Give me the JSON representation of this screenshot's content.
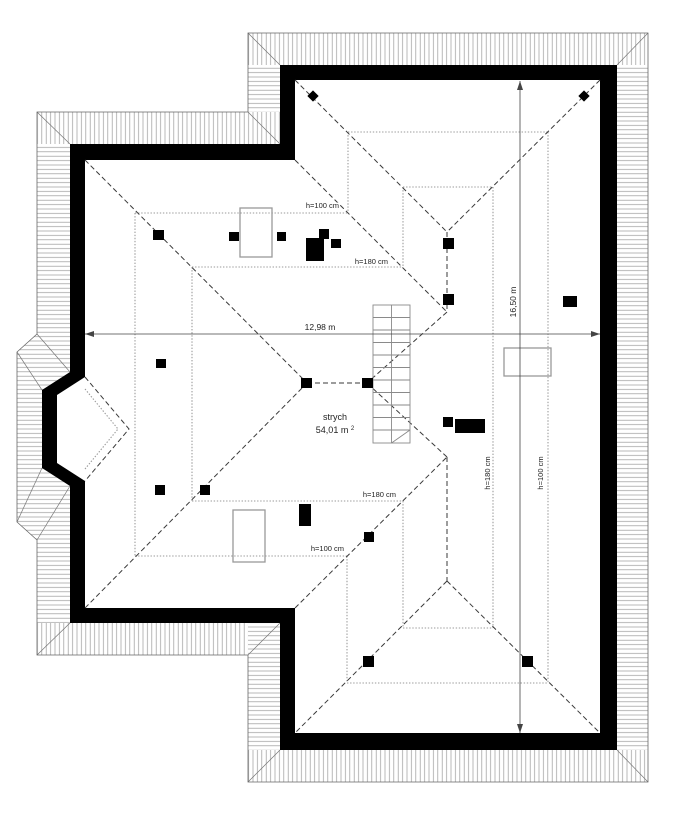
{
  "floor_plan": {
    "room": {
      "name": "strych",
      "area": "54,01 m",
      "area_superscript": "2"
    },
    "dimensions": {
      "width": "12,98 m",
      "length": "16,50 m"
    },
    "height_labels": {
      "upper_h100": "h=100 cm",
      "upper_h180": "h=180 cm",
      "lower_h180": "h=180 cm",
      "lower_h100": "h=100 cm",
      "right_h180": "h=180 cm",
      "right_h100": "h=100 cm"
    },
    "colors": {
      "wall": "#000000",
      "eaves_hatch": "#9a9a9a",
      "roof_edge_dashed": "#3a3a3a",
      "height_contour_dotted": "#9a9a9a",
      "text": "#222222",
      "background": "#ffffff"
    }
  }
}
